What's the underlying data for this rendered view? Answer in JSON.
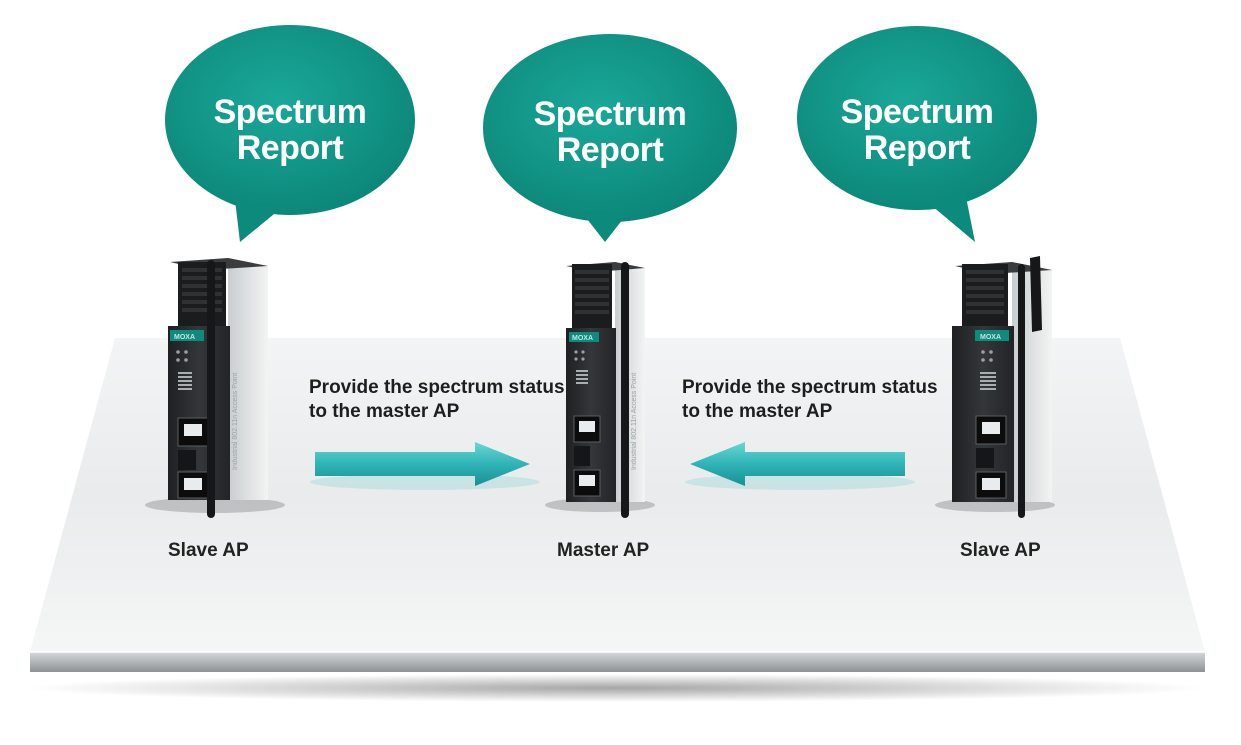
{
  "bubbles": [
    {
      "line1": "Spectrum",
      "line2": "Report"
    },
    {
      "line1": "Spectrum",
      "line2": "Report"
    },
    {
      "line1": "Spectrum",
      "line2": "Report"
    }
  ],
  "devices": [
    {
      "label": "Slave AP",
      "brand": "MOXA",
      "side": "Industrial 802.11n Access Point"
    },
    {
      "label": "Master AP",
      "brand": "MOXA",
      "side": "Industrial 802.11n Access Point"
    },
    {
      "label": "Slave AP",
      "brand": "MOXA",
      "side": ""
    }
  ],
  "links": [
    {
      "line1": "Provide the spectrum status",
      "line2": "to the master AP",
      "direction": "right"
    },
    {
      "line1": "Provide the spectrum status",
      "line2": "to the master AP",
      "direction": "left"
    }
  ],
  "colors": {
    "bubble": "#0f9a8c",
    "arrow": "#3fbfc0",
    "device_body": "#2b2d2f",
    "device_side": "#e8eaea",
    "platform": "#eceeef"
  }
}
